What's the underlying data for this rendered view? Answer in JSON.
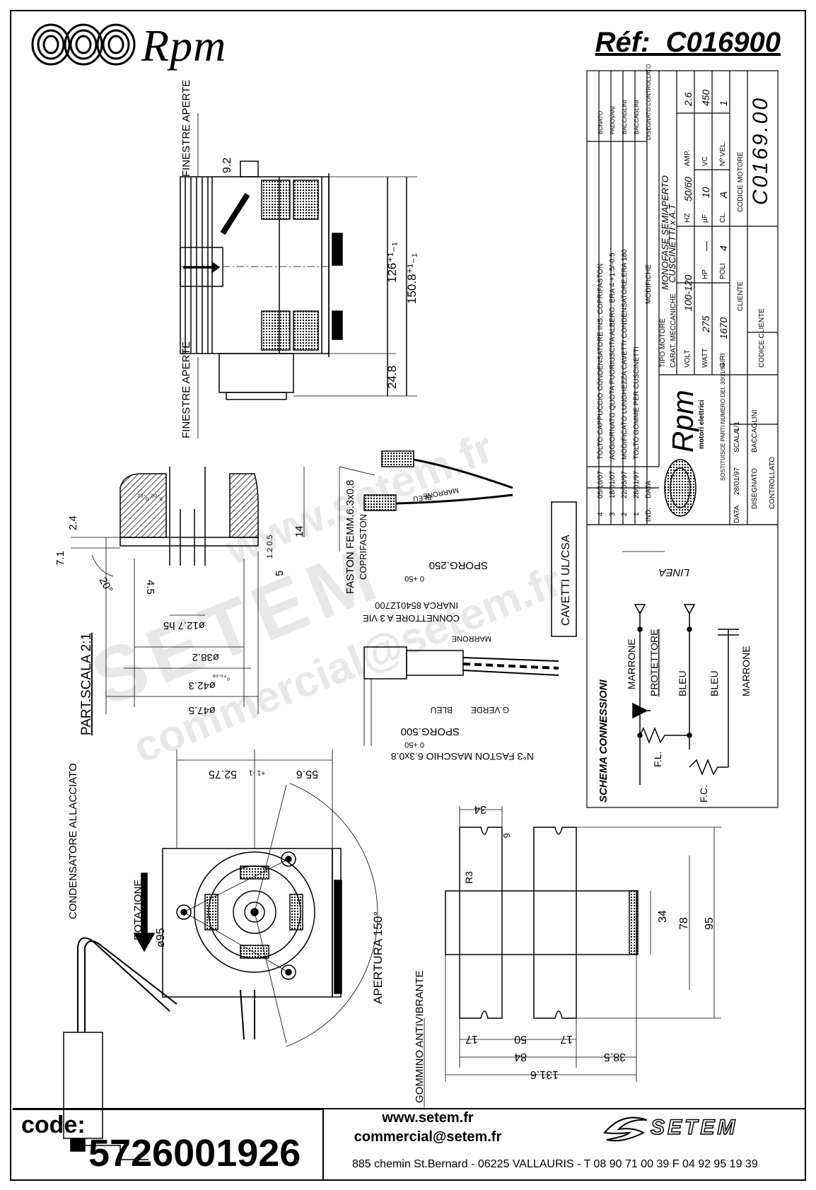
{
  "header": {
    "brand": "Rpm",
    "ref_label": "Réf:",
    "ref_value": "C016900"
  },
  "side_view": {
    "windows_top": "FINESTRE APERTE",
    "windows_bottom": "FINESTRE APERTE",
    "dim_92": "9.2",
    "dim_126": "126⁺¹₋₁",
    "dim_150": "150.8⁺¹₋₁",
    "dim_248": "24.8"
  },
  "detail": {
    "title": "PART.SCALA 2:1",
    "dim_24": "2.4",
    "dim_71": "7.1",
    "angle": "20°",
    "dim_45": "4.5",
    "dim_127": "ø12.7 h5",
    "dim_382": "ø38.2",
    "dim_423": "ø42.3",
    "dim_475": "ø47.5",
    "tol_382": "⁰₊₀.₀₈",
    "tol_mid": "⁰.₀₀ ⁰.₀₂",
    "dim_14": "14",
    "dim_5": "5",
    "dim_12": "1.2 0.5"
  },
  "wiring": {
    "faston_fem": "FASTON FEMM.6.3x0.8",
    "coprifaston": "COPRIFASTON",
    "marrone": "MARRONE",
    "bleu": "BLEU",
    "sporg250": "SPORG.250",
    "tol250": "0 +50",
    "cavetti": "CAVETTI UL/CSA",
    "connettore": "CONNETTORE A 3 VIE",
    "inarca": "INARCA 85401Z700",
    "gverde": "G.VERDE",
    "sporg500": "SPORG.500",
    "tol500": "0 +50",
    "faston_masc": "N°3 FASTON MASCHIO 6.3x0.8"
  },
  "front_view": {
    "dim_5275": "52.75",
    "dim_556": "55.6",
    "tol_556": "+1 -1",
    "condensatore": "CONDENSATORE ALLACCIATO",
    "rotazione": "ROTAZIONE",
    "dim_95": "ø95",
    "apertura": "APERTURA 150°",
    "gommino": "GOMMINO ANTIVIBRANTE"
  },
  "bottom_view": {
    "dim_34a": "34",
    "dim_6": "6",
    "r3": "R3",
    "dim_34b": "34",
    "dim_78": "78",
    "dim_95": "95",
    "dim_17a": "17",
    "dim_50": "50",
    "dim_17b": "17",
    "dim_84": "84",
    "dim_385": "38.5",
    "dim_1316": "131.6"
  },
  "title_block": {
    "revisions": [
      {
        "n": "4",
        "date": "05/10/07",
        "text": "TOLTO CAPPUCCIO CONDENSATORE INS. COPRIFASTON",
        "who": "BONATO"
      },
      {
        "n": "3",
        "date": "18/01/07",
        "text": "AGGIORNATO QUOTA FUORIUSCITA ALBERO: ERA 4 +1.5/-0.5",
        "who": "PADOVANI"
      },
      {
        "n": "2",
        "date": "22/05/97",
        "text": "MODIFICATO LUNGHEZZA CAVETTI CONDENSATORE,ERA 180",
        "who": "BACCAGLINI"
      },
      {
        "n": "1",
        "date": "28/01/97",
        "text": "TOLTO GOMME PER CUSCINETTI",
        "who": "BACCAGLINI"
      }
    ],
    "col_ind": "IND.",
    "col_data": "DATA",
    "col_modifiche": "MODIFICHE",
    "col_disegnato": "DISEGNATO",
    "col_controllato": "CONTROLLATO",
    "tipo_motore_label": "TIPO MOTORE",
    "tipo_motore": "MONOFASE SEMIAPERTO",
    "carat_label": "CARAT. MECCANICHE",
    "carat": "CUSCINETTI x A.T",
    "volt_label": "VOLT",
    "volt": "100-120",
    "hz_label": "HZ",
    "hz": "50/60",
    "amp_label": "AMP.",
    "amp": "2.6",
    "watt_label": "WATT",
    "watt": "275",
    "hp_label": "HP",
    "hp": "—",
    "uf_label": "µF",
    "uf": "10",
    "vc_label": "VC",
    "vc": "450",
    "giri_label": "GIRI",
    "giri": "1670",
    "poli_label": "POLI",
    "poli": "4",
    "cl_label": "CL.",
    "cl": "A",
    "nvel_label": "Nº VEL.",
    "nvel": "1",
    "codice_motore_label": "CODICE MOTORE",
    "codice_motore": "C0169.00",
    "cliente_label": "CLIENTE",
    "codice_cliente_label": "CODICE CLIENTE",
    "brand": "Rpm",
    "brand_sub": "motori elettrici",
    "sostituisce": "SOSTITUISCE PARTI NUMERO DEL 30/11/94",
    "scala_label": "SCALA",
    "scala": "1/1",
    "data_label": "DATA",
    "data": "28/01/97",
    "disegnato_label": "DISEGNATO",
    "disegnato": "BACCAGLINI",
    "controllato_label": "CONTROLLATO"
  },
  "schema": {
    "title": "SCHEMA CONNESSIONI",
    "linea": "LINEA",
    "marrone1": "MARRONE",
    "protettore": "PROTETTORE",
    "bleu1": "BLEU",
    "bleu2": "BLEU",
    "marrone2": "MARRONE",
    "fl": "F.L.",
    "fc": "F.C."
  },
  "watermark": {
    "line1": "www.setem.fr",
    "line2": "SETEM",
    "line3": "commercial@setem.fr"
  },
  "footer": {
    "code_label": "code:",
    "code_value": "5726001926",
    "web": "www.setem.fr",
    "email": "commercial@setem.fr",
    "address": "885 chemin St.Bernard  -  06225 VALLAURIS  -  T 08 90 71 00 39   F 04 92 95 19 39",
    "brand": "SETEM"
  }
}
